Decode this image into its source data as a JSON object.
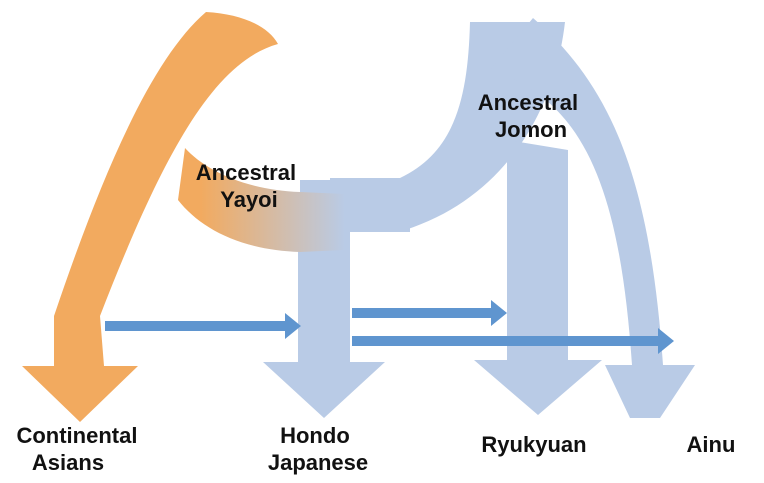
{
  "labels": {
    "ancestral_yayoi": [
      "Ancestral",
      "Yayoi"
    ],
    "ancestral_jomon": [
      "Ancestral",
      "Jomon"
    ],
    "continental_asians": [
      "Continental",
      "Asians"
    ],
    "hondo_japanese": [
      "Hondo",
      "Japanese"
    ],
    "ryukyuan": "Ryukyuan",
    "ainu": "Ainu"
  },
  "colors": {
    "yayoi": "#f2aa5f",
    "jomon": "#b9cbe6",
    "gene_flow": "#5f95cf"
  }
}
